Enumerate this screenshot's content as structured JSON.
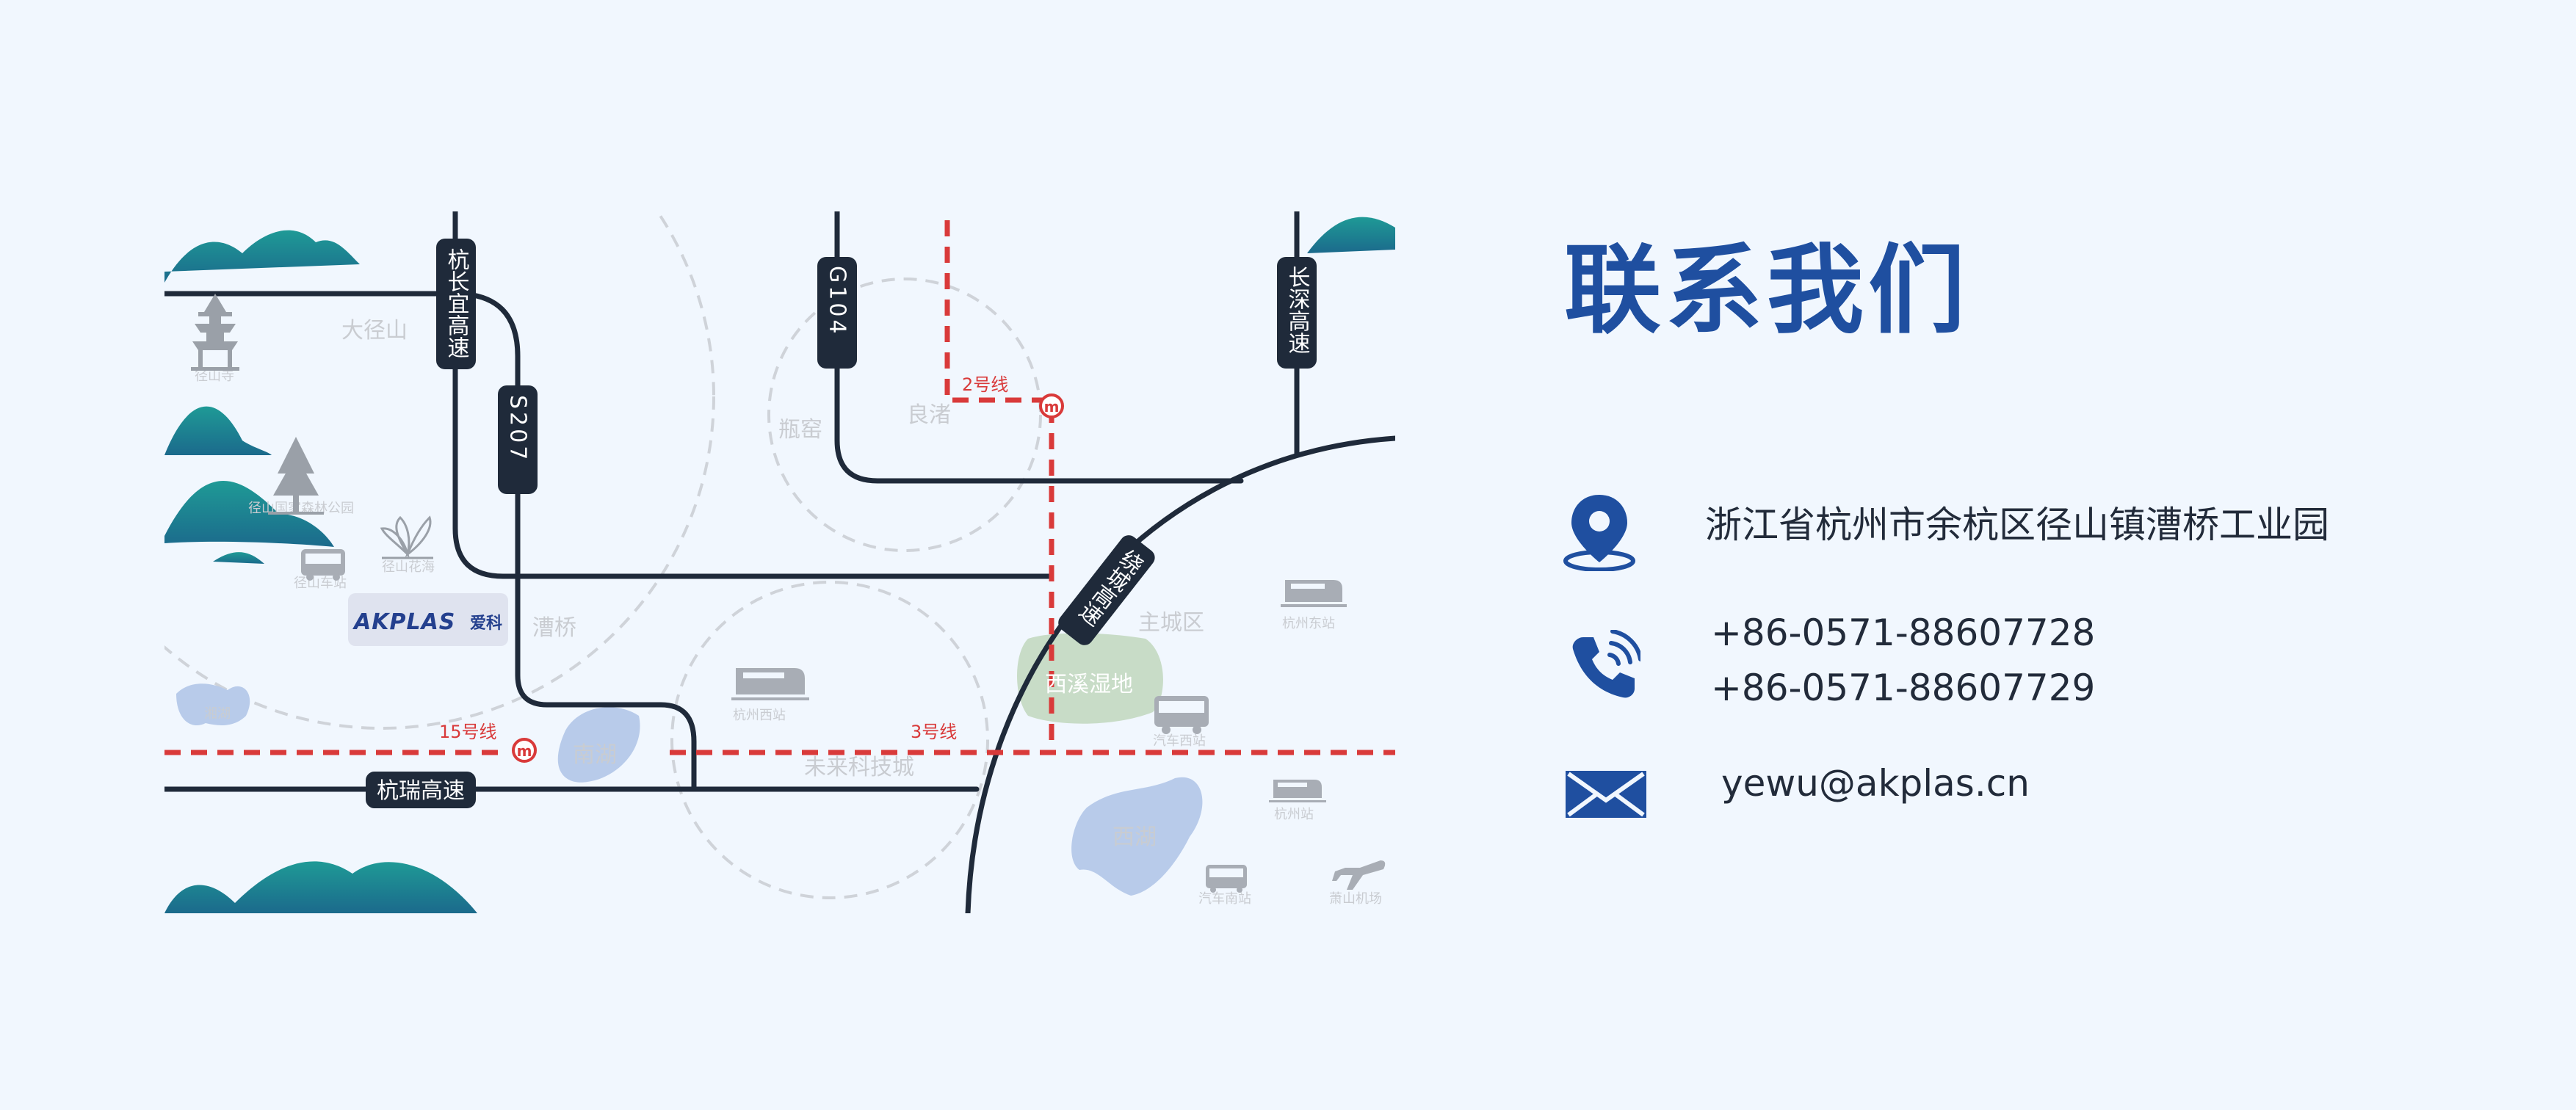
{
  "colors": {
    "accent": "#1f4fa0",
    "road": "#1f2a3a",
    "metro": "#d93a3a",
    "label": "#c9ccd1",
    "lake": "#b8cbea",
    "wetland": "#c8dcc7",
    "mountain": "#2aa3a0"
  },
  "map": {
    "roads": {
      "hangchang": "杭长宜高速",
      "s207": "S207",
      "g104": "G104",
      "changshen": "长深高速",
      "ring": "绕城高速",
      "hangrui": "杭瑞高速"
    },
    "metro": {
      "line2": "2号线",
      "line15": "15号线",
      "line3": "3号线"
    },
    "places": {
      "dajingshan": "大径山",
      "jingshansi": "径山寺",
      "forest_park": "径山国家森林公园",
      "flower_sea": "径山花海",
      "jingshan_station": "径山车站",
      "pingyao": "瓶窑",
      "liangzhu": "良渚",
      "caoqiao": "漕桥",
      "hangzhou_west": "杭州西站",
      "nanhu": "南湖",
      "future_city": "未来科技城",
      "xixi": "西溪湿地",
      "main_city": "主城区",
      "east_station": "杭州东站",
      "west_bus": "汽车西站",
      "hz_station": "杭州站",
      "west_lake": "西湖",
      "bus_station": "汽车南站",
      "airport": "萧山机场",
      "huxian": "湘湖"
    },
    "brand": {
      "logo_en": "AKPLAS",
      "logo_cn": "爱科"
    }
  },
  "contact": {
    "title": "联系我们",
    "address": "浙江省杭州市余杭区径山镇漕桥工业园",
    "phone_1": "+86-0571-88607728",
    "phone_2": "+86-0571-88607729",
    "email": "yewu@akplas.cn"
  },
  "icons": [
    "location-pin-icon",
    "phone-icon",
    "mail-icon",
    "metro-icon",
    "train-icon",
    "bus-icon",
    "airplane-icon",
    "pagoda-icon",
    "tree-icon",
    "flower-icon"
  ]
}
